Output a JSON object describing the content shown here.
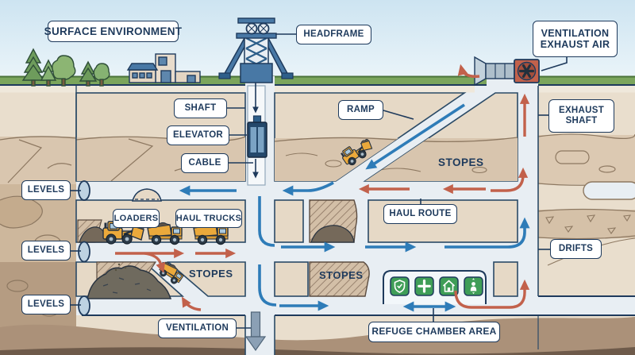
{
  "labels": {
    "surface_environment": "SURFACE ENVIRONMENT",
    "headframe": "HEADFRAME",
    "ventilation_exhaust_air": {
      "line1": "VENTILATION",
      "line2": "EXHAUST AIR"
    },
    "shaft": "SHAFT",
    "elevator": "ELEVATOR",
    "cable": "CABLE",
    "ramp": "RAMP",
    "stopes_upper_right": "STOPES",
    "exhaust_shaft": {
      "line1": "EXHAUST",
      "line2": "SHAFT"
    },
    "levels_1": "LEVELS",
    "levels_2": "LEVELS",
    "levels_3": "LEVELS",
    "loaders": "LOADERS",
    "haul_trucks": "HAUL TRUCKS",
    "haul_route": "HAUL ROUTE",
    "drifts": "DRIFTS",
    "stopes_left": "STOPES",
    "stopes_center": "STOPES",
    "ventilation": "VENTILATION",
    "refuge_chamber_area": "REFUGE CHAMBER AREA"
  },
  "icons": {
    "refuge_chamber": [
      "shield-check-icon",
      "medical-cross-icon",
      "shelter-home-icon",
      "person-icon"
    ],
    "surface": [
      "exhaust-fan-icon",
      "headframe-illustration",
      "tree-icons",
      "mine-buildings"
    ]
  },
  "colors": {
    "fresh_air_arrow": "#2e7cb8",
    "exhaust_air_arrow": "#c2614b",
    "label_navy": "#1e3a5c",
    "refuge_icon_green": "#3f9e57",
    "grass": "#7ba55c",
    "sky": "#cfe5f2",
    "soil": "#e9decd",
    "tunnel": "#e8eef3"
  }
}
